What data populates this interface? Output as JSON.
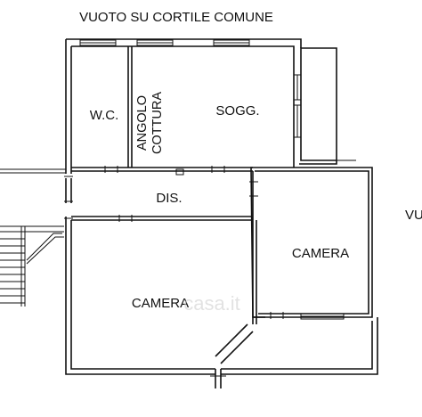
{
  "plan": {
    "top_note": "VUOTO SU CORTILE COMUNE",
    "right_note": "VU",
    "watermark": "casa.it",
    "rooms": {
      "wc": "W.C.",
      "angolo_line1": "ANGOLO",
      "angolo_line2": "COTTURA",
      "soggiorno": "SOGG.",
      "disimpegno": "DIS.",
      "camera_right": "CAMERA",
      "camera_left": "CAMERA"
    }
  }
}
